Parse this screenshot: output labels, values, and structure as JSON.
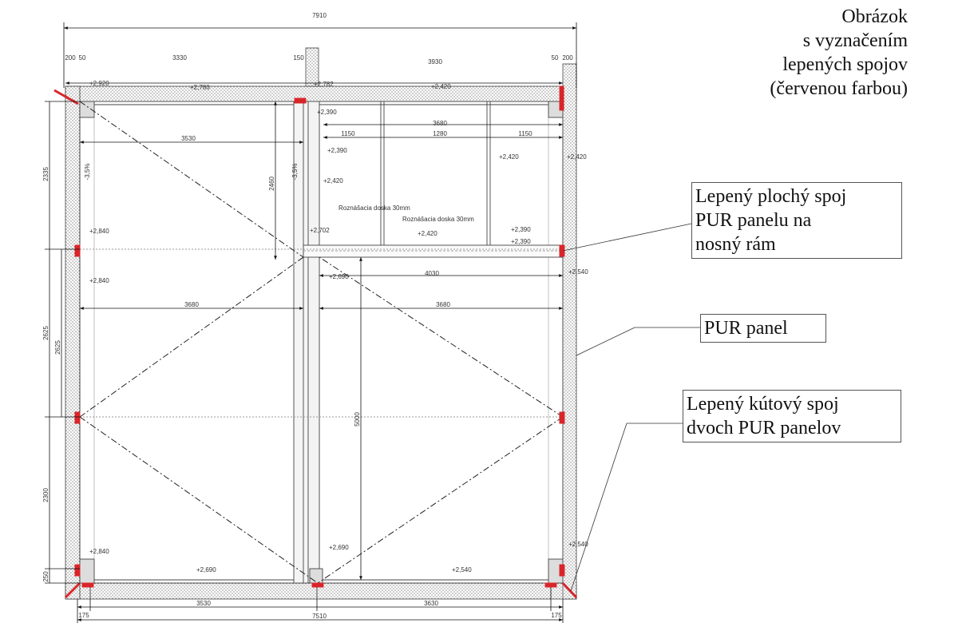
{
  "title": {
    "lines": [
      "Obrázok",
      "s vyznačením",
      "lepených spojov",
      "(červenou farbou)"
    ]
  },
  "callouts": [
    {
      "lines": [
        "Lepený plochý spoj",
        "PUR panelu na",
        "nosný rám"
      ]
    },
    {
      "lines": [
        "PUR panel"
      ]
    },
    {
      "lines": [
        "Lepený kútový spoj",
        "dvoch PUR panelov"
      ]
    }
  ],
  "dimensions": {
    "top_total": "7910",
    "top_row": [
      "200",
      "50",
      "3330",
      "150",
      "3930",
      "50",
      "200"
    ],
    "inner_3530": "3530",
    "inner_3680": "3680",
    "inner_split": [
      "1150",
      "1280",
      "1150"
    ],
    "mid_4030": "4030",
    "mid_3680_left": "3680",
    "mid_3680_right": "3680",
    "vertical_2460": "2460",
    "vertical_5000": "5000",
    "left_col": [
      "2335",
      "2625",
      "2300",
      "250"
    ],
    "left_inner_2625": "2625",
    "bottom_row": [
      "175",
      "3530",
      "3630",
      "175"
    ],
    "bottom_total": "7510"
  },
  "slopes": [
    "-3,5%",
    "-3,5%"
  ],
  "levels": {
    "l1": "+2,920",
    "l2": "+2,780",
    "l3": "+2,782",
    "l4": "+2,420",
    "l5": "+2,390",
    "l6": "+2,390",
    "l7": "+2,420",
    "l8": "+2,420",
    "l9": "+2,420",
    "l10": "+2,702",
    "l11": "+2,420",
    "l12": "+2,390",
    "l13": "+2,390",
    "l14": "+2,840",
    "l15": "+2,840",
    "l16": "+2,690",
    "l17": "+2,540",
    "l18": "+2,840",
    "l19": "+2,690",
    "l20": "+2,540",
    "l21": "+2,690",
    "l22": "+2,540"
  },
  "notes": {
    "board1": "Roznášacia doska 30mm",
    "board2": "Roznášacia doska 30mm"
  },
  "colors": {
    "glue": "#d9252a",
    "line": "#333333"
  }
}
